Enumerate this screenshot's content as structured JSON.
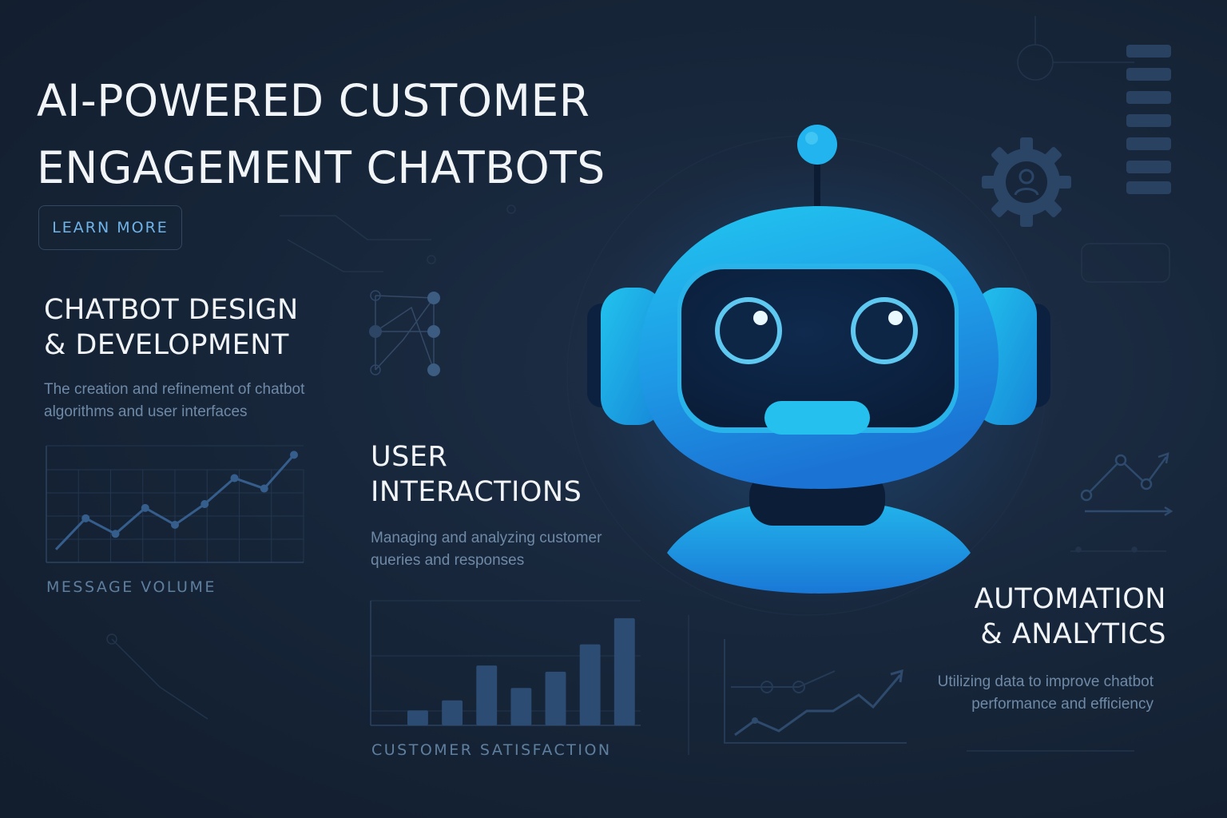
{
  "hero": {
    "title_line1": "AI-POWERED CUSTOMER",
    "title_line2": "ENGAGEMENT CHATBOTS",
    "cta_label": "LEARN MORE"
  },
  "features": [
    {
      "title_line1": "CHATBOT DESIGN",
      "title_line2": "& DEVELOPMENT",
      "desc_line1": "The creation and refinement of chatbot",
      "desc_line2": "algorithms and user interfaces"
    },
    {
      "title_line1": "USER",
      "title_line2": "INTERACTIONS",
      "desc_line1": "Managing and analyzing customer",
      "desc_line2": "queries and responses"
    },
    {
      "title_line1": "AUTOMATION",
      "title_line2": "& ANALYTICS",
      "desc_line1": "Utilizing data to improve chatbot",
      "desc_line2": "performance and efficiency"
    }
  ],
  "colors": {
    "background": "#17263a",
    "robot_primary": "#1e9be6",
    "robot_highlight": "#22c7f0",
    "accent_text": "#6fb3e8",
    "muted_text": "#6f8aa6"
  },
  "icons": [
    "robot-mascot-icon",
    "gear-user-icon",
    "network-nodes-icon",
    "trend-up-icon"
  ],
  "chart_data": [
    {
      "type": "line",
      "title": "",
      "xlabel": "MESSAGE VOLUME",
      "ylabel": "",
      "x": [
        1,
        2,
        3,
        4,
        5,
        6,
        7,
        8,
        9
      ],
      "values": [
        1,
        3.4,
        2.2,
        4.2,
        2.9,
        4.5,
        6.5,
        5.7,
        8.3
      ],
      "ylim": [
        0,
        9
      ],
      "grid": true
    },
    {
      "type": "bar",
      "title": "",
      "xlabel": "CUSTOMER SATISFACTION",
      "ylabel": "",
      "categories": [
        "1",
        "2",
        "3",
        "4",
        "5",
        "6",
        "7"
      ],
      "values": [
        1.2,
        2.0,
        4.8,
        3.0,
        4.3,
        6.5,
        8.6
      ],
      "ylim": [
        0,
        10
      ],
      "grid": true
    }
  ]
}
